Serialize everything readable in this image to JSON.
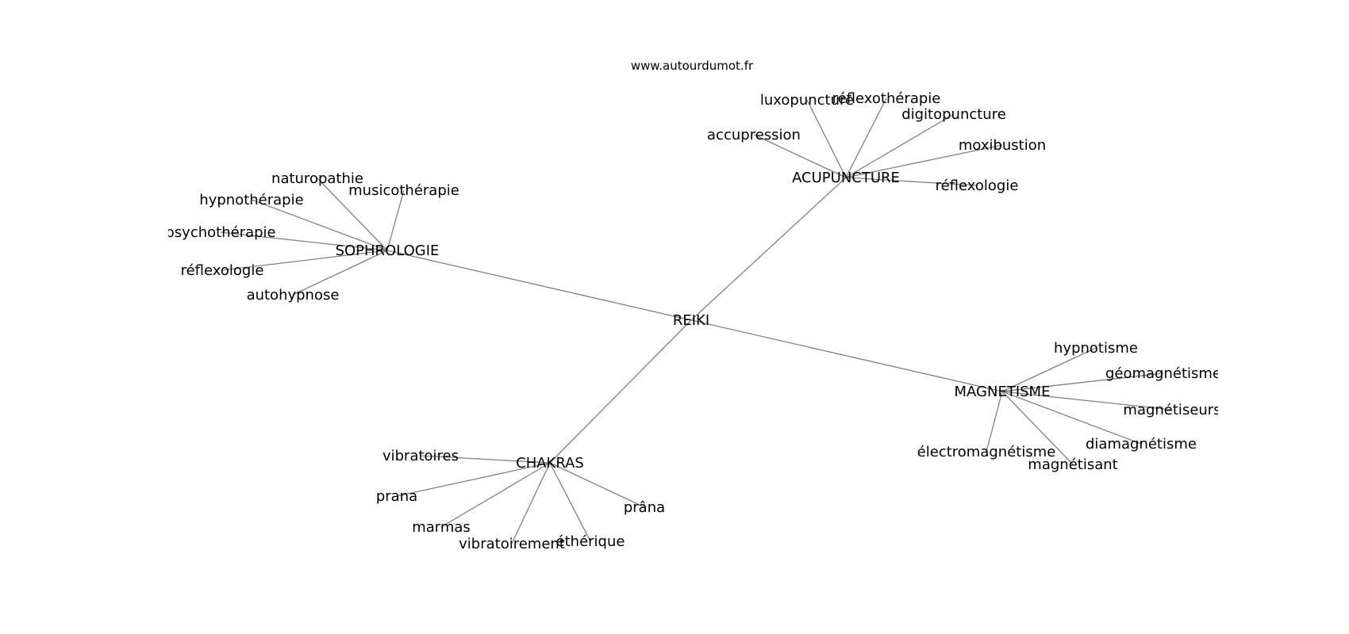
{
  "source": "www.autourdumot.fr",
  "center": "REIKI",
  "groups": [
    {
      "label": "ACUPUNCTURE",
      "children": [
        "luxopuncture",
        "réflexothérapie",
        "digitopuncture",
        "accupression",
        "moxibustion",
        "réflexologie"
      ]
    },
    {
      "label": "SOPHROLOGIE",
      "children": [
        "naturopathie",
        "musicothérapie",
        "hypnothérapie",
        "psychothérapie",
        "réflexologie",
        "autohypnose"
      ]
    },
    {
      "label": "MAGNETISME",
      "children": [
        "hypnotisme",
        "géomagnétisme",
        "magnétiseurs",
        "diamagnétisme",
        "électromagnétisme",
        "magnétisant"
      ]
    },
    {
      "label": "CHAKRAS",
      "children": [
        "vibratoires",
        "prana",
        "marmas",
        "vibratoirement",
        "éthérique",
        "prâna"
      ]
    }
  ]
}
